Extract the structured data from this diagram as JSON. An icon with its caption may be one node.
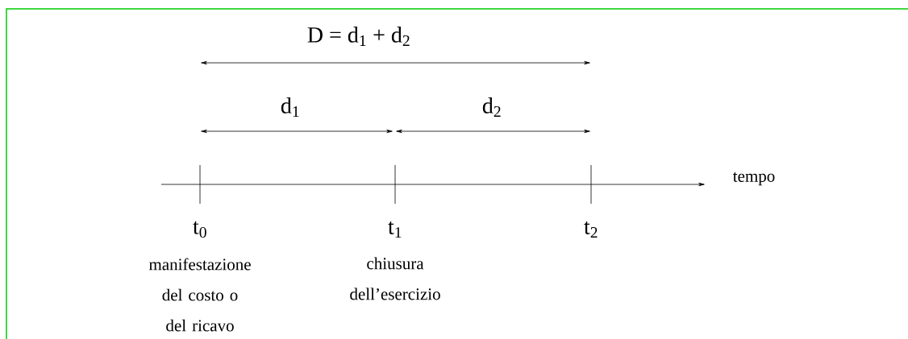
{
  "diagram": {
    "labels": [
      "D = d$_{1}$ + d$_{2}$",
      "d$_{1}$",
      "d$_{2}$",
      "tempo",
      "t$_{0}$",
      "t$_{1}$",
      "t$_{2}$",
      "manifestazione del costo o del ricavo",
      "chiusura dell’esercizio"
    ]
  }
}
